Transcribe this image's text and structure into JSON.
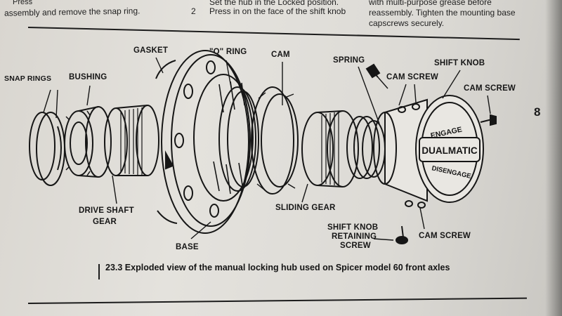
{
  "header": {
    "col1_line1": "Press",
    "col1_line2": "assembly and remove the snap ring.",
    "col2_line1": "Set the hub in the Locked position.",
    "col2_step": "2",
    "col2_line2": "Press in on the face of the shift knob",
    "col3_line1": "with  multi-purpose  grease  before",
    "col3_line2": "reassembly. Tighten the mounting base",
    "col3_line3": "capscrews securely."
  },
  "side_tab": "8",
  "figure": {
    "labels": {
      "snap_rings": "SNAP RINGS",
      "bushing": "BUSHING",
      "gasket": "GASKET",
      "o_ring": "\"O\" RING",
      "cam": "CAM",
      "spring": "SPRING",
      "cam_screw_top": "CAM SCREW",
      "shift_knob": "SHIFT KNOB",
      "cam_screw_right": "CAM SCREW",
      "drive_shaft_gear_1": "DRIVE SHAFT",
      "drive_shaft_gear_2": "GEAR",
      "sliding_gear": "SLIDING GEAR",
      "base": "BASE",
      "shift_knob_retaining_1": "SHIFT KNOB",
      "shift_knob_retaining_2": "RETAINING",
      "shift_knob_retaining_3": "SCREW",
      "cam_screw_bottom": "CAM SCREW"
    },
    "knob_text": {
      "engage": "ENGAGE",
      "brand": "DUALMATIC",
      "disengage": "DISENGAGE"
    }
  },
  "caption": "23.3  Exploded view of the manual locking hub used on Spicer model 60 front axles"
}
